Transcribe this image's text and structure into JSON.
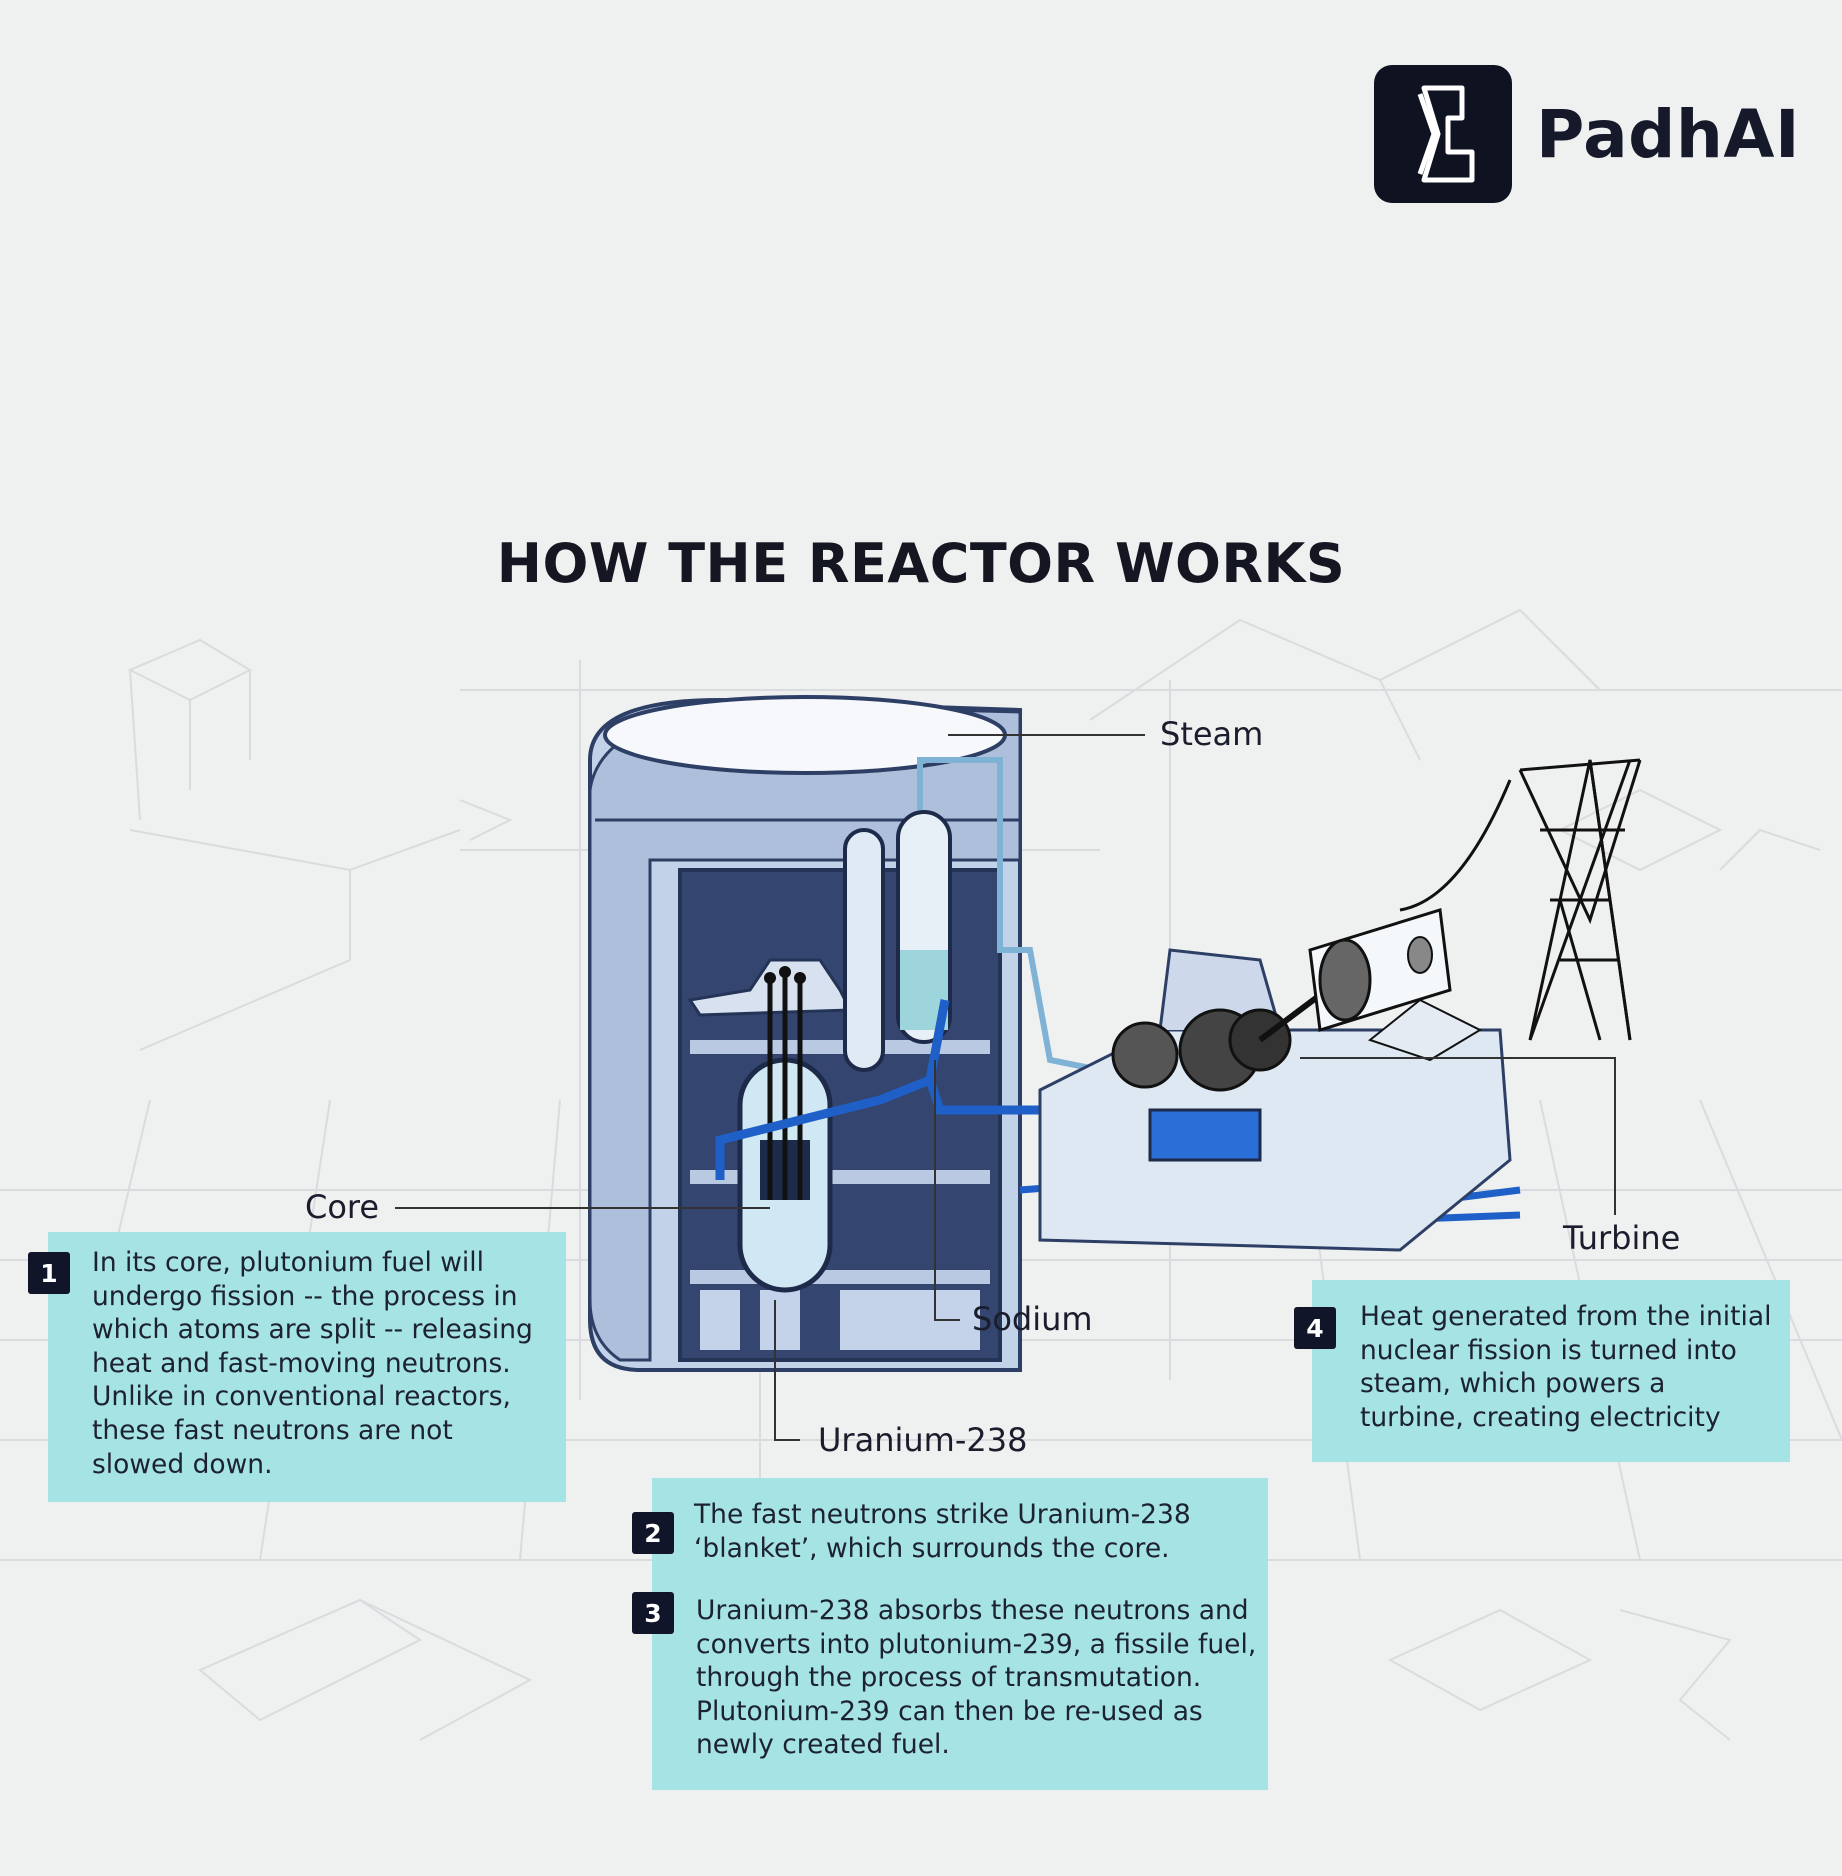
{
  "brand": {
    "name": "PadhAI",
    "logo_icon": "padhai-logo-icon"
  },
  "title": "HOW THE REACTOR WORKS",
  "callouts": {
    "steam": "Steam",
    "core": "Core",
    "sodium": "Sodium",
    "uranium": "Uranium-238",
    "turbine": "Turbine"
  },
  "steps": [
    {
      "number": "1",
      "text": "In its core, plutonium fuel will undergo fission -- the process in which atoms are split -- releasing heat and fast-moving neutrons. Unlike in conventional reactors, these fast neutrons are not slowed down."
    },
    {
      "number": "2",
      "text": "The fast neutrons strike Uranium-238 ‘blanket’, which surrounds the core."
    },
    {
      "number": "3",
      "text": "Uranium-238 absorbs these neutrons and converts into plutonium-239, a fissile fuel, through the process of transmutation. Plutonium-239 can then be re-used as newly created fuel."
    },
    {
      "number": "4",
      "text": "Heat generated from the initial nuclear fission is turned into steam, which powers a turbine, creating electricity"
    }
  ],
  "colors": {
    "background": "#eff0f0",
    "info_box": "#a6e3e4",
    "badge": "#11152a",
    "reactor_navy": "#2c3d63",
    "reactor_light": "#b9c9e2",
    "pipe_blue": "#1f5fc8"
  }
}
